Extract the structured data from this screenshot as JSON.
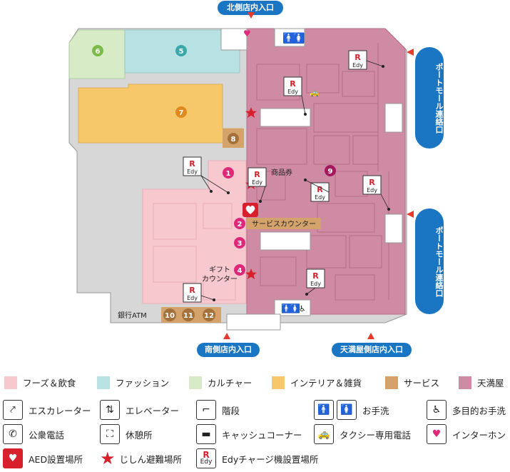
{
  "entrances": {
    "north": "北側店内入口",
    "south": "南側店内入口",
    "tenmanya": "天満屋側店内入口",
    "port_mall_1": "ポートモール連絡口",
    "port_mall_2": "ポートモール連絡口"
  },
  "map_labels": {
    "shohinken": "商品券",
    "service_counter": "サービスカウンター",
    "gift_counter_1": "ギフト",
    "gift_counter_2": "カウンター",
    "atm": "銀行ATM",
    "edy": "Edy"
  },
  "zones": [
    "1",
    "2",
    "3",
    "4",
    "5",
    "6",
    "7",
    "8",
    "9",
    "10",
    "11",
    "12"
  ],
  "colors": {
    "food": "#f7c9cf",
    "fashion": "#b7e1e2",
    "culture": "#d6ebc6",
    "interior": "#f6c86a",
    "service": "#d4a36c",
    "tenmanya": "#cf8ba3",
    "blue": "#1a75c2",
    "red": "#d8202c"
  },
  "legend": {
    "categories": [
      {
        "label": "フーズ＆飲食",
        "color": "#f7c9cf"
      },
      {
        "label": "ファッション",
        "color": "#b7e1e2"
      },
      {
        "label": "カルチャー",
        "color": "#d6ebc6"
      },
      {
        "label": "インテリア＆雑貨",
        "color": "#f6c86a"
      },
      {
        "label": "サービス",
        "color": "#d4a36c"
      },
      {
        "label": "天満屋",
        "color": "#cf8ba3"
      }
    ],
    "icons": [
      {
        "label": "エスカレーター",
        "icon": "escalator-icon"
      },
      {
        "label": "エレベーター",
        "icon": "elevator-icon"
      },
      {
        "label": "階段",
        "icon": "stairs-icon"
      },
      {
        "label": "お手洗",
        "icon": "restroom-icon"
      },
      {
        "label": "多目的お手洗",
        "icon": "accessible-toilet-icon"
      },
      {
        "label": "公衆電話",
        "icon": "public-phone-icon"
      },
      {
        "label": "休憩所",
        "icon": "rest-area-icon"
      },
      {
        "label": "キャッシュコーナー",
        "icon": "cash-corner-icon"
      },
      {
        "label": "タクシー専用電話",
        "icon": "taxi-phone-icon"
      },
      {
        "label": "インターホン",
        "icon": "intercom-icon"
      },
      {
        "label": "AED設置場所",
        "icon": "aed-icon"
      },
      {
        "label": "じしん避難場所",
        "icon": "evacuation-star-icon"
      },
      {
        "label": "Edyチャージ機設置場所",
        "icon": "edy-charge-icon"
      }
    ]
  }
}
